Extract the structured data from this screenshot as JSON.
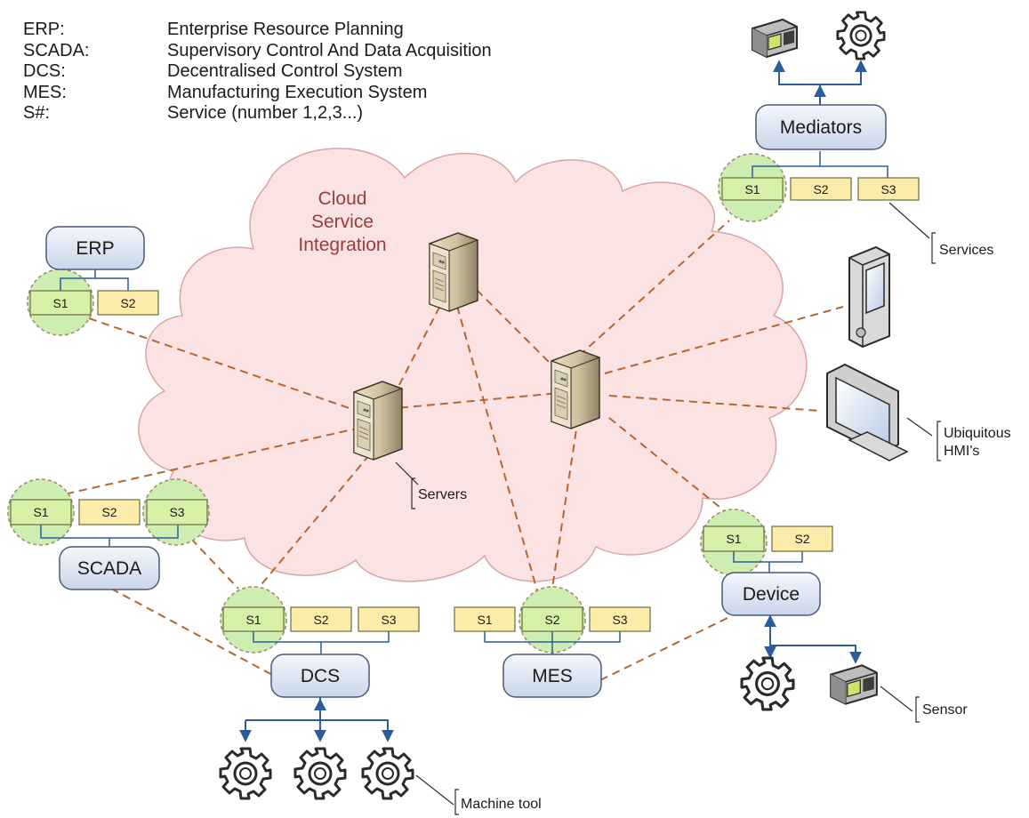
{
  "legend": [
    {
      "abbr": "ERP:",
      "text": "Enterprise Resource Planning"
    },
    {
      "abbr": "SCADA:",
      "text": "Supervisory Control And Data Acquisition"
    },
    {
      "abbr": "DCS:",
      "text": "Decentralised Control System"
    },
    {
      "abbr": "MES:",
      "text": "Manufacturing Execution System"
    },
    {
      "abbr": "S#:",
      "text": "Service (number 1,2,3...)"
    }
  ],
  "cloud": {
    "line1": "Cloud",
    "line2": "Service",
    "line3": "Integration"
  },
  "nodes": {
    "mediators": "Mediators",
    "erp": "ERP",
    "scada": "SCADA",
    "dcs": "DCS",
    "mes": "MES",
    "device": "Device"
  },
  "services": {
    "s1": "S1",
    "s2": "S2",
    "s3": "S3"
  },
  "annotations": {
    "services": "Services",
    "servers": "Servers",
    "hmi_line1": "Ubiquitous",
    "hmi_line2": "HMI's",
    "sensor": "Sensor",
    "machine_tool": "Machine tool"
  },
  "colors": {
    "cloud_fill": "#fbe3e3",
    "cloud_stroke": "#d9a4a4",
    "node_fill": "#dfe7f3",
    "service_fill": "#fcecaa",
    "service_active_fill": "#d7f0a8",
    "highlight_circle": "#cdeeb0",
    "dashed_link": "#b8652d",
    "arrow_blue": "#2b5d9c"
  },
  "icons": [
    "server-icon",
    "gear-icon",
    "sensor-icon",
    "pda-icon",
    "monitor-icon"
  ]
}
